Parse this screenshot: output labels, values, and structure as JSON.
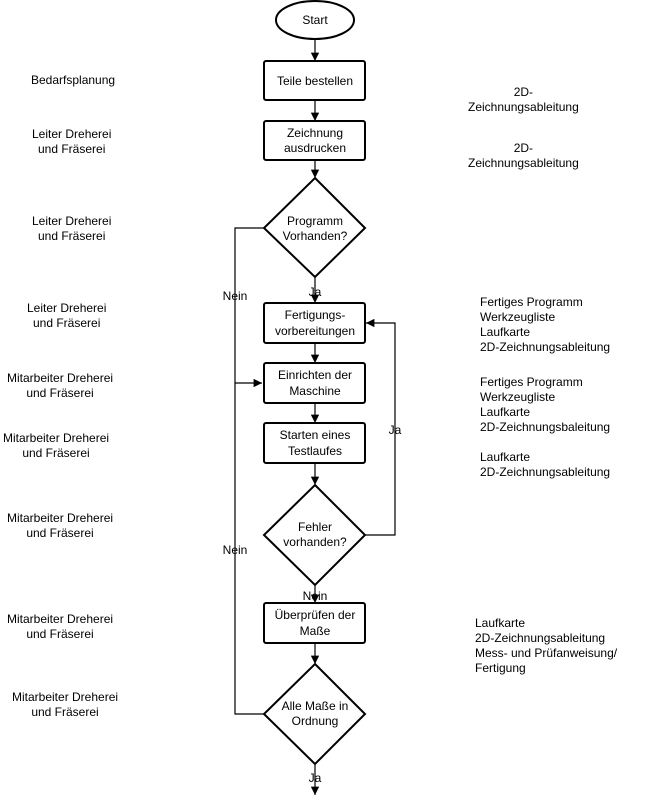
{
  "roles": [
    [
      "Bedarfsplanung"
    ],
    [
      "Leiter Dreherei",
      "und Fräserei"
    ],
    [
      "Leiter Dreherei",
      "und Fräserei"
    ],
    [
      "Leiter Dreherei",
      "und Fräserei"
    ],
    [
      "Mitarbeiter Dreherei",
      "und Fräserei"
    ],
    [
      "Mitarbeiter Dreherei",
      "und Fräserei"
    ],
    [
      "Mitarbeiter Dreherei",
      "und Fräserei"
    ],
    [
      "Mitarbeiter Dreherei",
      "und Fräserei"
    ],
    [
      "Mitarbeiter Dreherei",
      "und Fräserei"
    ]
  ],
  "nodes": {
    "start": [
      "Start"
    ],
    "teile_bestellen": [
      "Teile bestellen"
    ],
    "zeichnung": [
      "Zeichnung",
      "ausdrucken"
    ],
    "programm": [
      "Programm",
      "Vorhanden?"
    ],
    "fertigung": [
      "Fertigungs-",
      "vorbereitungen"
    ],
    "einrichten": [
      "Einrichten der",
      "Maschine"
    ],
    "starten": [
      "Starten eines",
      "Testlaufes"
    ],
    "fehler": [
      "Fehler",
      "vorhanden?"
    ],
    "pruefen": [
      "Überprüfen der",
      "Maße"
    ],
    "alle_masse": [
      "Alle Maße in",
      "Ordnung"
    ]
  },
  "edge_labels": {
    "programm_ja": "Ja",
    "programm_nein": "Nein",
    "fehler_ja": "Ja",
    "fehler_nein": "Nein",
    "alle_nein": "Nein",
    "alle_ja": "Ja"
  },
  "documents": [
    [
      "2D-",
      "Zeichnungsableitung"
    ],
    [
      "2D-",
      "Zeichnungsableitung"
    ],
    [
      "Fertiges Programm",
      "Werkzeugliste",
      "Laufkarte",
      "2D-Zeichnungsableitung"
    ],
    [
      "Fertiges Programm",
      "Werkzeugliste",
      "Laufkarte",
      "2D-Zeichnungsbaleitung"
    ],
    [
      "Laufkarte",
      "2D-Zeichnungsableitung"
    ],
    [
      "Laufkarte",
      "2D-Zeichnungsableitung",
      "Mess- und Prüfanweisung/",
      "Fertigung"
    ]
  ]
}
